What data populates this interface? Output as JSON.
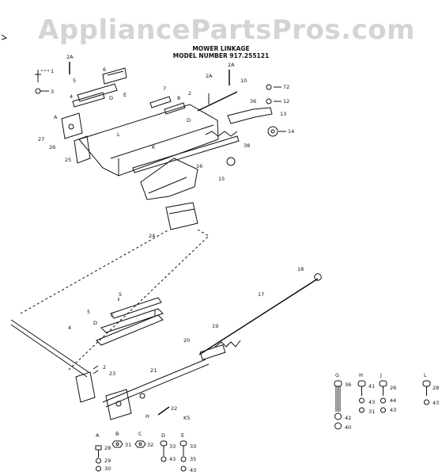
{
  "watermark": "AppliancePartsPros.com",
  "header": {
    "title": "MOWER LINKAGE",
    "model": "MODEL NUMBER 917.255121"
  },
  "callouts": {
    "c1": "1",
    "c2A_a": "2A",
    "c3": "3",
    "c4": "4",
    "c5": "5",
    "c6": "6",
    "cD_a": "D",
    "cE_a": "E",
    "c27": "27",
    "c26": "26",
    "c25": "25",
    "cA_a": "A",
    "c7": "7",
    "c8": "8",
    "c2_a": "2",
    "c2A_b": "2A",
    "c2A_c": "2A",
    "c10": "10",
    "c72": "72",
    "c12": "12",
    "c13": "13",
    "c14": "14",
    "c36": "36",
    "cL": "L",
    "c38": "38",
    "c16": "16",
    "c15": "15",
    "c24": "24",
    "cD_b": "D",
    "cK": "K",
    "c18": "18",
    "c17": "17",
    "c19": "19",
    "c20": "20",
    "c21": "21",
    "c22": "22",
    "c23": "23",
    "c2_b": "2",
    "c4_b": "4",
    "c5_b": "5",
    "c5_c": "5",
    "cD_c": "D",
    "cE_b": "E",
    "cH_a": "H",
    "cK5": "K5"
  },
  "hardware": [
    {
      "letter": "A",
      "a": "28",
      "b": "29",
      "c": "30"
    },
    {
      "letter": "B",
      "a": "31",
      "b": "",
      "c": ""
    },
    {
      "letter": "C",
      "a": "32",
      "b": "",
      "c": ""
    },
    {
      "letter": "D",
      "a": "33",
      "b": "43",
      "c": ""
    },
    {
      "letter": "E",
      "a": "33",
      "b": "35",
      "c": "43"
    },
    {
      "letter": "G",
      "a": "36",
      "b": "42",
      "c": "40"
    },
    {
      "letter": "H",
      "a": "41",
      "b": "43",
      "c": "31"
    },
    {
      "letter": "J",
      "a": "26",
      "b": "44",
      "c": "43"
    },
    {
      "letter": "L",
      "a": "28",
      "b": "43",
      "c": ""
    }
  ]
}
